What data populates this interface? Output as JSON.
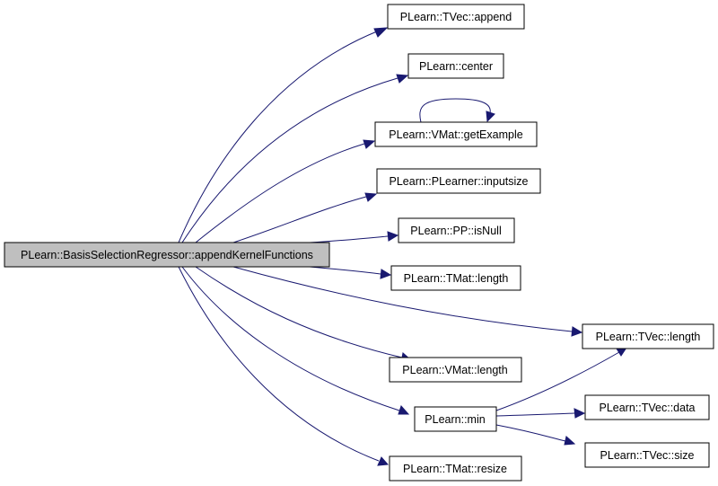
{
  "diagram": {
    "type": "call-graph",
    "colors": {
      "edge": "#191970",
      "root_fill": "#bfbfbf",
      "node_fill": "#ffffff",
      "border": "#000000",
      "text": "#000000"
    },
    "root": {
      "label": "PLearn::BasisSelectionRegressor::appendKernelFunctions"
    },
    "callees": [
      {
        "label": "PLearn::TVec::append"
      },
      {
        "label": "PLearn::center"
      },
      {
        "label": "PLearn::VMat::getExample"
      },
      {
        "label": "PLearn::PLearner::inputsize"
      },
      {
        "label": "PLearn::PP::isNull"
      },
      {
        "label": "PLearn::TMat::length"
      },
      {
        "label": "PLearn::TVec::length"
      },
      {
        "label": "PLearn::VMat::length"
      },
      {
        "label": "PLearn::min"
      },
      {
        "label": "PLearn::TVec::data"
      },
      {
        "label": "PLearn::TVec::size"
      },
      {
        "label": "PLearn::TMat::resize"
      }
    ],
    "edges": [
      {
        "from": "PLearn::BasisSelectionRegressor::appendKernelFunctions",
        "to": "PLearn::TVec::append"
      },
      {
        "from": "PLearn::BasisSelectionRegressor::appendKernelFunctions",
        "to": "PLearn::center"
      },
      {
        "from": "PLearn::BasisSelectionRegressor::appendKernelFunctions",
        "to": "PLearn::VMat::getExample"
      },
      {
        "from": "PLearn::BasisSelectionRegressor::appendKernelFunctions",
        "to": "PLearn::PLearner::inputsize"
      },
      {
        "from": "PLearn::BasisSelectionRegressor::appendKernelFunctions",
        "to": "PLearn::PP::isNull"
      },
      {
        "from": "PLearn::BasisSelectionRegressor::appendKernelFunctions",
        "to": "PLearn::TMat::length"
      },
      {
        "from": "PLearn::BasisSelectionRegressor::appendKernelFunctions",
        "to": "PLearn::TVec::length"
      },
      {
        "from": "PLearn::BasisSelectionRegressor::appendKernelFunctions",
        "to": "PLearn::VMat::length"
      },
      {
        "from": "PLearn::BasisSelectionRegressor::appendKernelFunctions",
        "to": "PLearn::min"
      },
      {
        "from": "PLearn::BasisSelectionRegressor::appendKernelFunctions",
        "to": "PLearn::TMat::resize"
      },
      {
        "from": "PLearn::VMat::getExample",
        "to": "PLearn::VMat::getExample"
      },
      {
        "from": "PLearn::min",
        "to": "PLearn::TVec::length"
      },
      {
        "from": "PLearn::min",
        "to": "PLearn::TVec::data"
      },
      {
        "from": "PLearn::min",
        "to": "PLearn::TVec::size"
      }
    ]
  }
}
